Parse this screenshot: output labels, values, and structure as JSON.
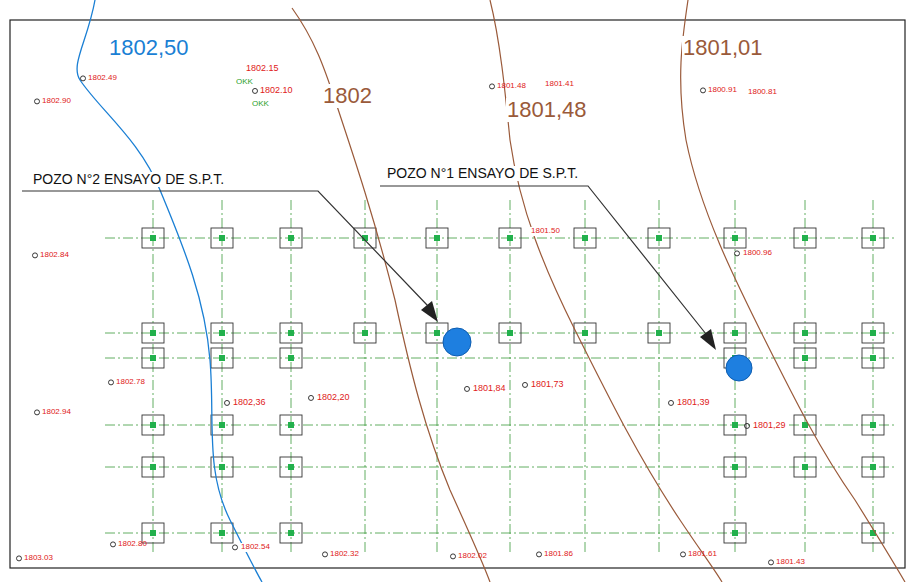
{
  "diagram": {
    "labels": [
      "1802,50",
      "1802",
      "1801,48",
      "1801,01",
      "POZO N°2 ENSAYO DE S.P.T.",
      "POZO N°1 ENSAYO DE S.P.T.",
      "1802.49",
      "1802.90",
      "1802.15",
      "1802.10",
      "1801.48",
      "1801.41",
      "1800.91",
      "1800.81",
      "1802.84",
      "1801.50",
      "1800.96",
      "1802.78",
      "1802.94",
      "1802,36",
      "1802,20",
      "1801,84",
      "1801,73",
      "1801,39",
      "1801,29",
      "1803.03",
      "1802.80",
      "1802.54",
      "1802.32",
      "1802.02",
      "1801.86",
      "1801.61",
      "1801.43",
      "OKK",
      "OKK"
    ]
  }
}
